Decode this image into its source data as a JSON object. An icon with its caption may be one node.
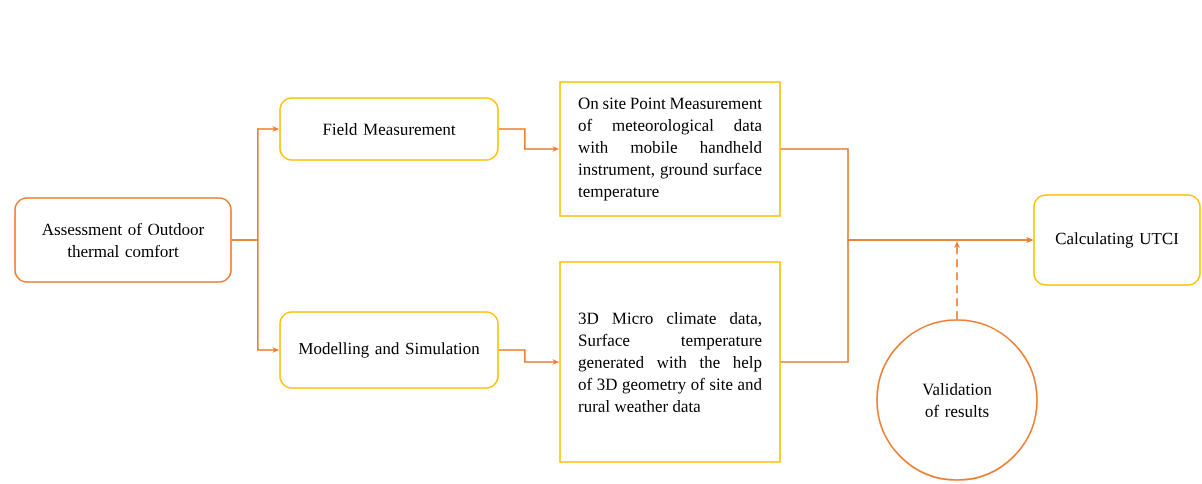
{
  "diagram": {
    "nodes": [
      {
        "text": [
          "Assessment of Outdoor thermal comfort"
        ]
      },
      {
        "text": [
          "Field Measurement"
        ]
      },
      {
        "text": [
          "Modelling and Simulation"
        ]
      },
      {
        "text": [
          "On site Point Measurement of meteorological data with mobile handheld instrument, ground surface temperature"
        ]
      },
      {
        "text": [
          "3D Micro climate data, Surface temperature generated with the help of 3D geometry of site and rural weather data"
        ]
      },
      {
        "text": [
          "Validation of results"
        ]
      },
      {
        "text": [
          "Calculating UTCI"
        ]
      }
    ],
    "edges": [
      {
        "from": 0,
        "to": 1,
        "arrow": "to"
      },
      {
        "from": 0,
        "to": 2,
        "arrow": "to"
      },
      {
        "from": 1,
        "to": 3,
        "arrow": "to"
      },
      {
        "from": 2,
        "to": 4,
        "arrow": "to"
      },
      {
        "from": 3,
        "to": 6,
        "arrow": "to"
      },
      {
        "from": 4,
        "to": 6,
        "arrow": "to"
      },
      {
        "from": 5,
        "to": null,
        "arrow": "to",
        "style": "dashed"
      }
    ]
  }
}
